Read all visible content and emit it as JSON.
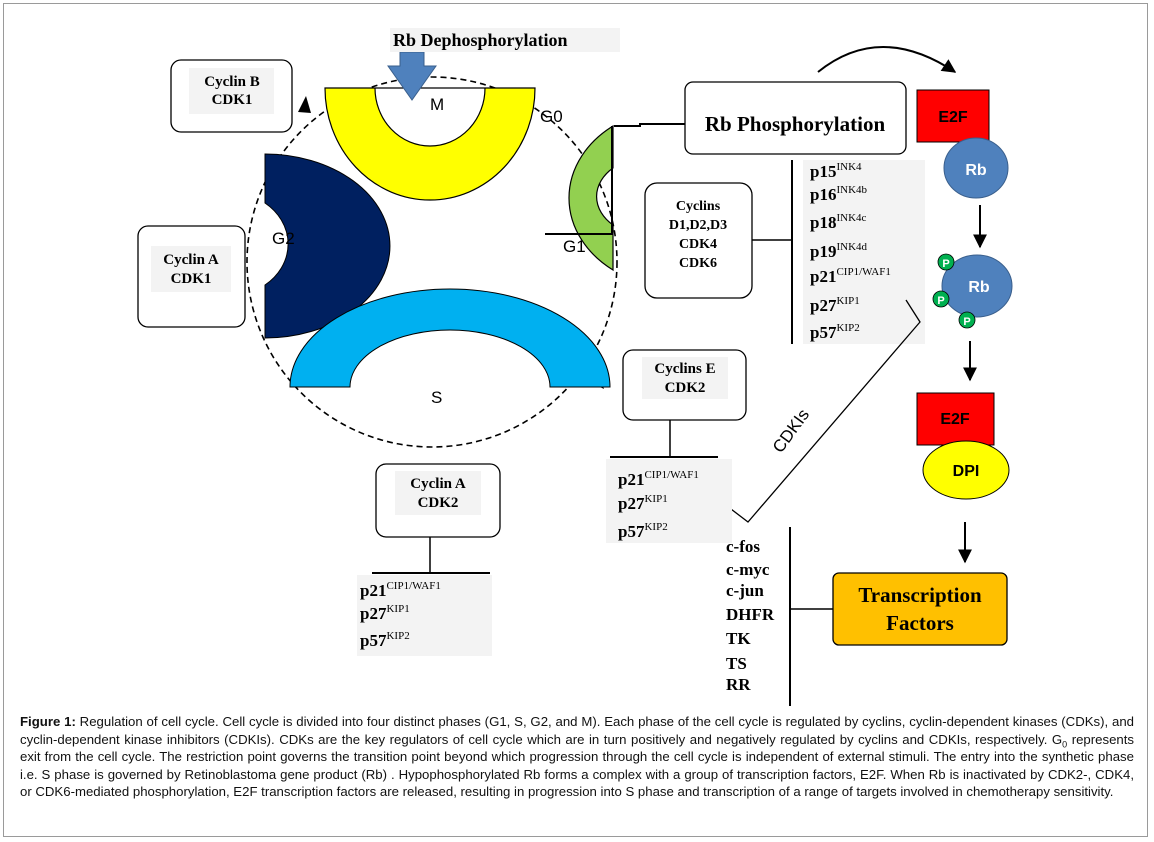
{
  "diagram": {
    "title_top": "Rb Dephosphorylation",
    "phases": {
      "m": "M",
      "g0": "G0",
      "g1": "G1",
      "g2": "G2",
      "s": "S"
    },
    "boxes": {
      "cyclin_b": [
        "Cyclin B",
        "CDK1"
      ],
      "cyclin_a_cdk1": [
        "Cyclin A",
        "CDK1"
      ],
      "cyclin_a_cdk2": [
        "Cyclin A",
        "CDK2"
      ],
      "cyclins_e": [
        "Cyclins E",
        "CDK2"
      ],
      "cyclins_d": [
        "Cyclins",
        "D1,D2,D3",
        "CDK4",
        "CDK6"
      ],
      "rb_phos": "Rb Phosphorylation",
      "transcription": [
        "Transcription",
        "Factors"
      ]
    },
    "inhibitors_g1": [
      {
        "p": "p15",
        "sup": "INK4"
      },
      {
        "p": "p16",
        "sup": "INK4b"
      },
      {
        "p": "p18",
        "sup": "INK4c"
      },
      {
        "p": "p19",
        "sup": "INK4d"
      },
      {
        "p": "p21",
        "sup": "CIP1/WAF1"
      },
      {
        "p": "p27",
        "sup": "KIP1"
      },
      {
        "p": "p57",
        "sup": "KIP2"
      }
    ],
    "inhibitors_e": [
      {
        "p": "p21",
        "sup": "CIP1/WAF1"
      },
      {
        "p": "p27",
        "sup": "KIP1"
      },
      {
        "p": "p57",
        "sup": "KIP2"
      }
    ],
    "inhibitors_a": [
      {
        "p": "p21",
        "sup": "CIP1/WAF1"
      },
      {
        "p": "p27",
        "sup": "KIP1"
      },
      {
        "p": "p57",
        "sup": "KIP2"
      }
    ],
    "cdkis_label": "CDKIs",
    "e2f": "E2F",
    "rb": "Rb",
    "p_mark": "P",
    "dpi": "DPI",
    "targets": [
      "c-fos",
      "c-myc",
      "c-jun",
      "DHFR",
      "TK",
      "TS",
      "RR"
    ]
  },
  "caption": {
    "label": "Figure 1:",
    "t1": " Regulation of cell cycle. Cell cycle is divided into four distinct phases (G1, S, G2, and M). Each phase of the cell cycle is regulated by cyclins, cyclin-dependent kinases (CDKs), and cyclin-dependent kinase inhibitors (CDKIs). CDKs are the key regulators of cell cycle which are in turn positively and negatively regulated by cyclins and CDKIs, respectively. G",
    "sub": "0",
    "t2": " represents exit from the cell cycle. The restriction point governs the transition point beyond which progression through the cell cycle is independent of external stimuli. The entry into the synthetic phase i.e. S phase is governed by Retinoblastoma gene product (Rb) . Hypophosphorylated Rb forms a complex with a group of transcription factors, E2F. When Rb is inactivated by CDK2-, CDK4, or CDK6-mediated phosphorylation, E2F transcription factors are released, resulting in progression into S phase and transcription of a range of targets involved in chemotherapy sensitivity."
  },
  "colors": {
    "m": "#ffff00",
    "g1": "#92d050",
    "g2": "#002060",
    "s": "#00b0f0",
    "arrow_blue": "#4f81bd",
    "e2f": "#ff0000",
    "rb": "#4f81bd",
    "p": "#00b050",
    "dpi": "#ffff00",
    "transcription": "#ffc000"
  }
}
